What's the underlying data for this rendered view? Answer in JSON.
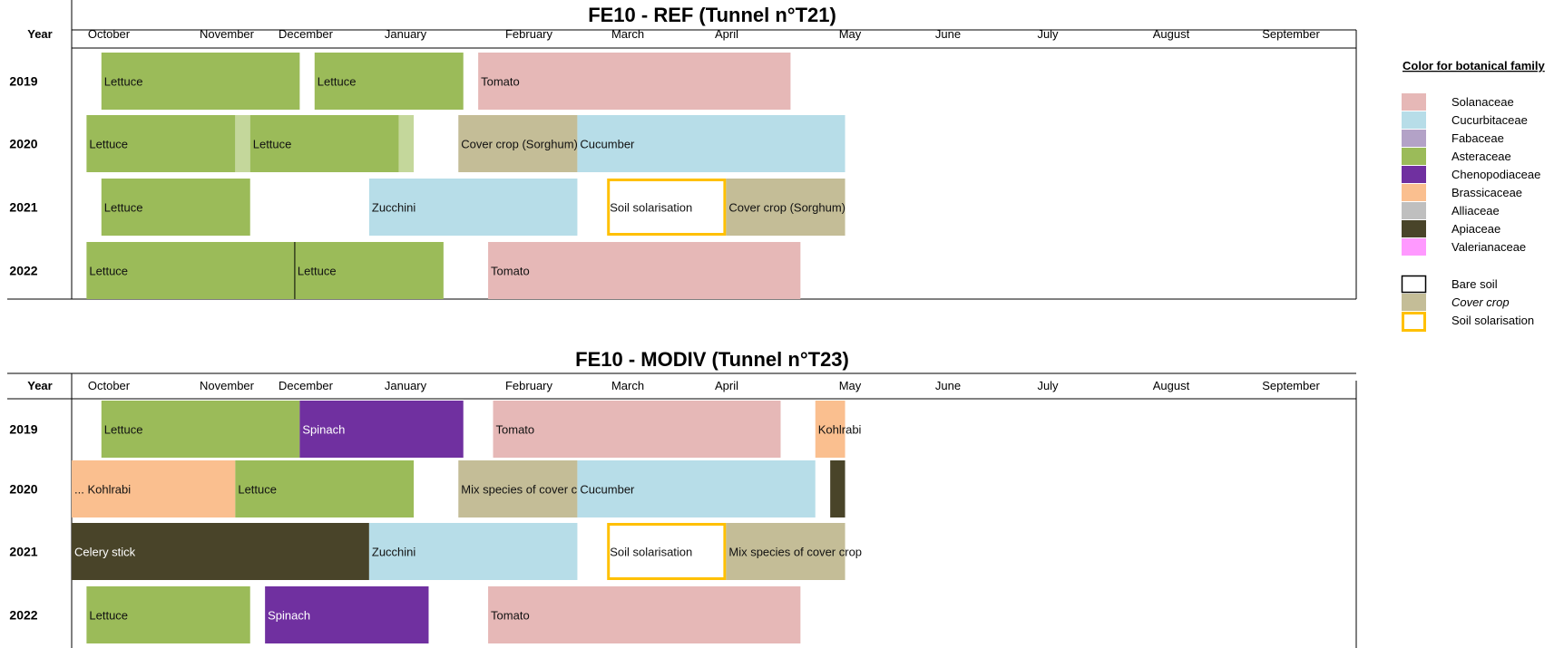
{
  "colors": {
    "Solanaceae": "#e6b8b7",
    "Cucurbitaceae": "#b7dde8",
    "Fabaceae": "#b3a2c7",
    "Asteraceae": "#9bbb59",
    "Asteraceae_light": "#c4d79b",
    "Chenopodiaceae": "#7030a0",
    "Brassicaceae": "#fabf8f",
    "Alliaceae": "#bfbfbf",
    "Apiaceae": "#494429",
    "Valerianaceae": "#ff99ff",
    "CoverCrop": "#c4bd97",
    "Solarisation": "#ffc000"
  },
  "legend": {
    "title": "Color for botanical family",
    "families": [
      {
        "label": "Solanaceae",
        "color": "#e6b8b7"
      },
      {
        "label": "Cucurbitaceae",
        "color": "#b7dde8"
      },
      {
        "label": "Fabaceae",
        "color": "#b3a2c7"
      },
      {
        "label": "Asteraceae",
        "color": "#9bbb59"
      },
      {
        "label": "Chenopodiaceae",
        "color": "#7030a0"
      },
      {
        "label": "Brassicaceae",
        "color": "#fabf8f"
      },
      {
        "label": "Alliaceae",
        "color": "#bfbfbf"
      },
      {
        "label": "Apiaceae",
        "color": "#494429"
      },
      {
        "label": "Valerianaceae",
        "color": "#ff99ff"
      }
    ],
    "special": [
      {
        "label": "Bare soil",
        "style": "bare"
      },
      {
        "label": "Cover crop",
        "style": "cover"
      },
      {
        "label": "Soil solarisation",
        "style": "solar"
      }
    ]
  },
  "chart_data": [
    {
      "type": "gantt",
      "title": "FE10 - REF (Tunnel n°T21)",
      "row_header": "Year",
      "months": [
        "October",
        "November",
        "December",
        "January",
        "February",
        "March",
        "April",
        "May",
        "June",
        "July",
        "August",
        "September"
      ],
      "years": [
        "2019",
        "2020",
        "2021",
        "2022"
      ],
      "crops": [
        {
          "year": "2019",
          "label": "Lettuce",
          "family": "Asteraceae",
          "start": 0.6,
          "end": 4.6
        },
        {
          "year": "2019",
          "label": "Lettuce",
          "family": "Asteraceae",
          "start": 4.9,
          "end": 7.9
        },
        {
          "year": "2019",
          "label": "Tomato",
          "family": "Solanaceae",
          "start": 8.2,
          "end": 14.5
        },
        {
          "year": "2020",
          "label": "Lettuce",
          "family": "Asteraceae",
          "start": 0.3,
          "end": 3.3
        },
        {
          "year": "2020",
          "label": "",
          "family": "Asteraceae_light",
          "start": 3.3,
          "end": 3.6
        },
        {
          "year": "2020",
          "label": "Lettuce",
          "family": "Asteraceae",
          "start": 3.6,
          "end": 6.6
        },
        {
          "year": "2020",
          "label": "",
          "family": "Asteraceae_light",
          "start": 6.6,
          "end": 6.9
        },
        {
          "year": "2020",
          "label": "Cover crop (Sorghum)",
          "family": "CoverCrop",
          "start": 7.8,
          "end": 10.2
        },
        {
          "year": "2020",
          "label": "Cucumber",
          "family": "Cucurbitaceae",
          "start": 10.2,
          "end": 15.6
        },
        {
          "year": "2021",
          "label": "Lettuce",
          "family": "Asteraceae",
          "start": 0.6,
          "end": 3.6
        },
        {
          "year": "2021",
          "label": "Zucchini",
          "family": "Cucurbitaceae",
          "start": 6.0,
          "end": 10.2
        },
        {
          "year": "2021",
          "label": "Soil solarisation",
          "family": "Solarisation",
          "start": 10.8,
          "end": 13.2
        },
        {
          "year": "2021",
          "label": "Cover crop (Sorghum)",
          "family": "CoverCrop",
          "start": 13.2,
          "end": 15.6
        },
        {
          "year": "2022",
          "label": "Lettuce",
          "family": "Asteraceae",
          "start": 0.3,
          "end": 4.5
        },
        {
          "year": "2022",
          "label": "Lettuce",
          "family": "Asteraceae",
          "start": 4.5,
          "end": 7.5
        },
        {
          "year": "2022",
          "label": "Tomato",
          "family": "Solanaceae",
          "start": 8.4,
          "end": 14.7
        }
      ]
    },
    {
      "type": "gantt",
      "title": "FE10 - MODIV (Tunnel n°T23)",
      "row_header": "Year",
      "months": [
        "October",
        "November",
        "December",
        "January",
        "February",
        "March",
        "April",
        "May",
        "June",
        "July",
        "August",
        "September"
      ],
      "years": [
        "2019",
        "2020",
        "2021",
        "2022"
      ],
      "crops": [
        {
          "year": "2019",
          "label": "Lettuce",
          "family": "Asteraceae",
          "start": 0.6,
          "end": 4.6
        },
        {
          "year": "2019",
          "label": "Spinach",
          "family": "Chenopodiaceae",
          "start": 4.6,
          "end": 7.9
        },
        {
          "year": "2019",
          "label": "Tomato",
          "family": "Solanaceae",
          "start": 8.5,
          "end": 14.3
        },
        {
          "year": "2019",
          "label": "Kohlrabi",
          "family": "Brassicaceae",
          "start": 15.0,
          "end": 15.6
        },
        {
          "year": "2020",
          "label": "... Kohlrabi",
          "family": "Brassicaceae",
          "start": 0.0,
          "end": 3.3
        },
        {
          "year": "2020",
          "label": "Lettuce",
          "family": "Asteraceae",
          "start": 3.3,
          "end": 6.9
        },
        {
          "year": "2020",
          "label": "Mix species of cover crop",
          "family": "CoverCrop",
          "start": 7.8,
          "end": 10.2
        },
        {
          "year": "2020",
          "label": "Cucumber",
          "family": "Cucurbitaceae",
          "start": 10.2,
          "end": 15.0
        },
        {
          "year": "2020",
          "label": "",
          "family": "Apiaceae",
          "start": 15.3,
          "end": 15.6
        },
        {
          "year": "2021",
          "label": "Celery stick",
          "family": "Apiaceae",
          "start": 0.0,
          "end": 6.0
        },
        {
          "year": "2021",
          "label": "Zucchini",
          "family": "Cucurbitaceae",
          "start": 6.0,
          "end": 10.2
        },
        {
          "year": "2021",
          "label": "Soil solarisation",
          "family": "Solarisation",
          "start": 10.8,
          "end": 13.2
        },
        {
          "year": "2021",
          "label": "Mix species of cover crop",
          "family": "CoverCrop",
          "start": 13.2,
          "end": 15.6
        },
        {
          "year": "2022",
          "label": "Lettuce",
          "family": "Asteraceae",
          "start": 0.3,
          "end": 3.6
        },
        {
          "year": "2022",
          "label": "Spinach",
          "family": "Chenopodiaceae",
          "start": 3.9,
          "end": 7.2
        },
        {
          "year": "2022",
          "label": "Tomato",
          "family": "Solanaceae",
          "start": 8.4,
          "end": 14.7
        }
      ]
    }
  ]
}
